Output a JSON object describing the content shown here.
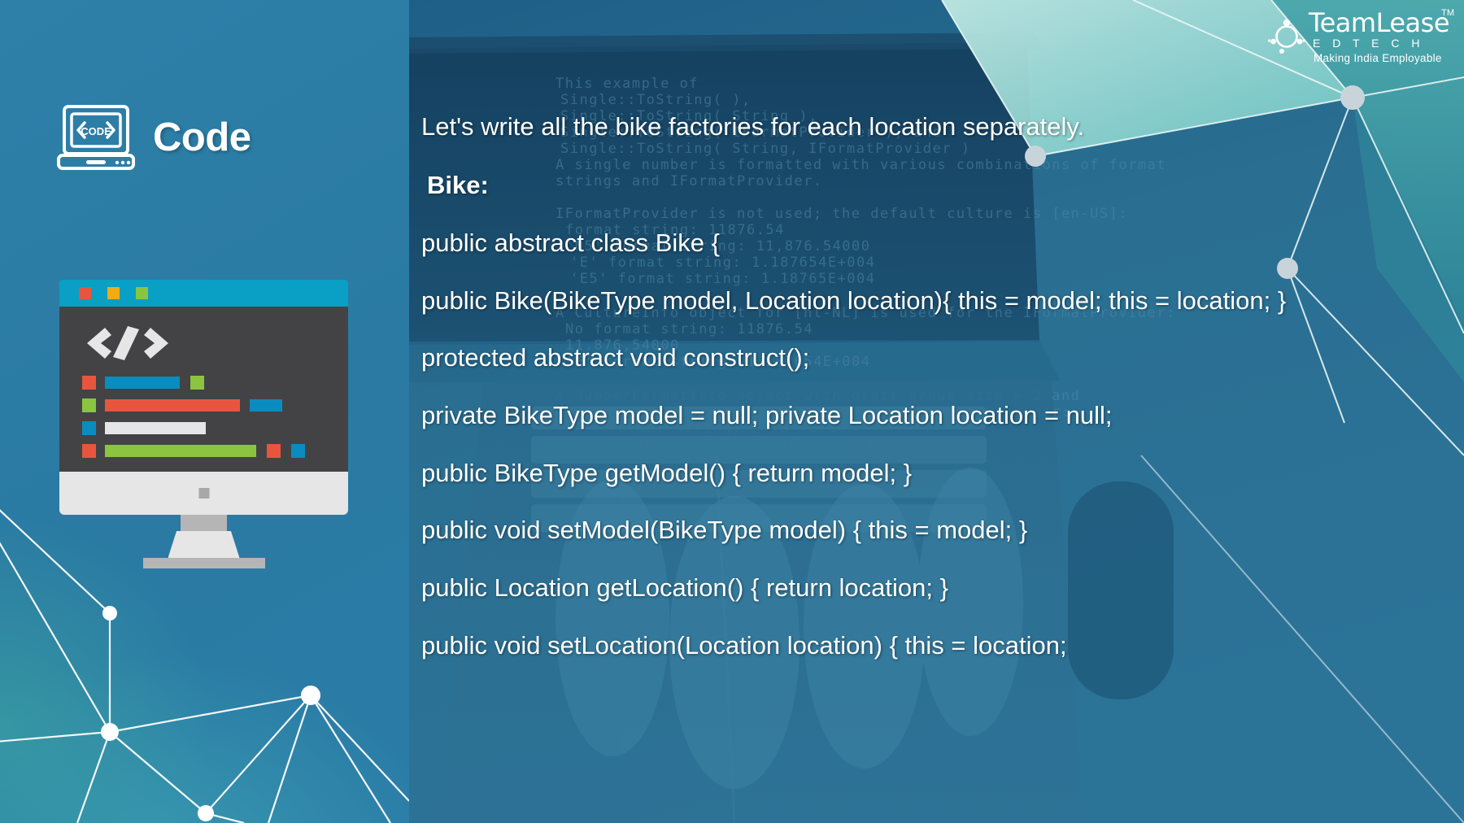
{
  "slide": {
    "title": "Code",
    "title_icon": "laptop-code-icon",
    "accent_color": "#2b7ca5",
    "main_bg_color": "#2a6f92",
    "text_color": "#ffffff"
  },
  "monitor_illustration": {
    "name": "code-monitor-illustration",
    "window_dots": [
      "#e8553e",
      "#f0ac15",
      "#8bc53f"
    ],
    "screen_color": "#434345",
    "titlebar_color": "#0a9fc4",
    "code_glyph": "</>"
  },
  "content": {
    "intro": "Let's write all the bike factories for each location separately.",
    "heading": "Bike:",
    "code_lines": [
      "public abstract class Bike {",
      "public Bike(BikeType model, Location location){ this = model; this = location; }",
      "protected abstract void construct();",
      "private BikeType model = null; private Location location = null;",
      "public BikeType getModel() { return model; }",
      "public void setModel(BikeType model) { this = model; }",
      "public Location getLocation() { return location; }",
      "public void setLocation(Location location) { this = location;"
    ]
  },
  "logo": {
    "name": "TeamLease",
    "trademark": "TM",
    "division": "E D T E C H",
    "tagline": "Making India Employable"
  }
}
